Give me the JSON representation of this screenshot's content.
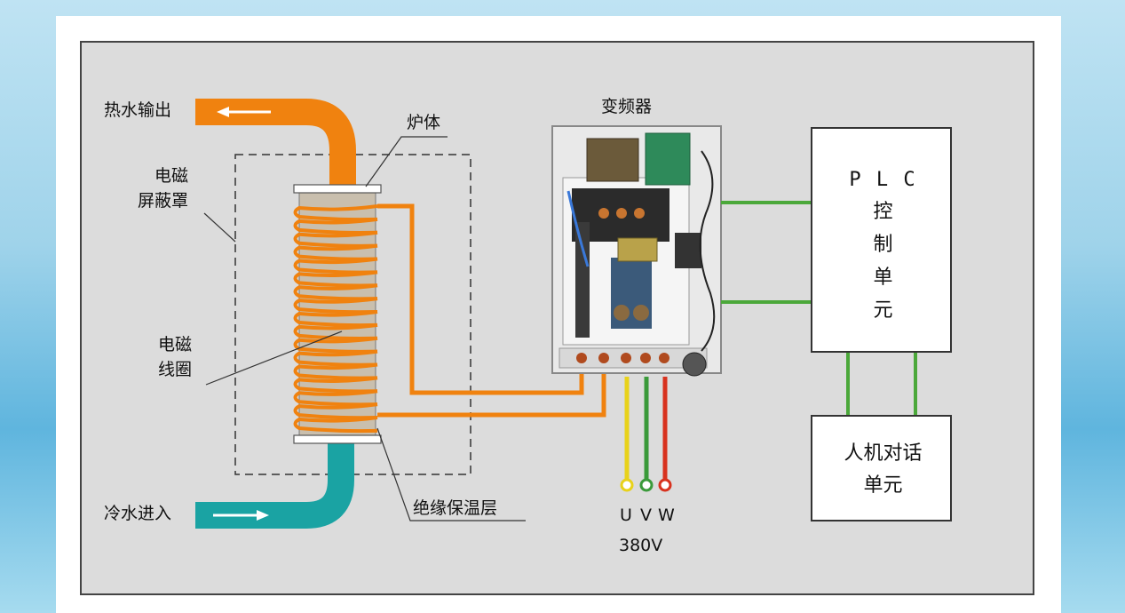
{
  "labels": {
    "hot_water_out": "热水输出",
    "cold_water_in": "冷水进入",
    "shield_line1": "电磁",
    "shield_line2": "屏蔽罩",
    "coil_line1": "电磁",
    "coil_line2": "线圈",
    "furnace_body": "炉体",
    "insulation": "绝缘保温层",
    "inverter": "变频器",
    "phase_u": "U",
    "phase_v": "V",
    "phase_w": "W",
    "voltage": "380V"
  },
  "plc_box": {
    "letters": "P L C",
    "line1": "控",
    "line2": "制",
    "line3": "单",
    "line4": "元"
  },
  "hmi_box": {
    "line1": "人机对话",
    "line2": "单元"
  },
  "colors": {
    "hot_pipe": "#f0820f",
    "cold_pipe": "#1aa3a3",
    "signal_wire": "#4ba83a",
    "phase_u": "#e8d21a",
    "phase_v": "#3a9a3a",
    "phase_w": "#d8321e"
  }
}
